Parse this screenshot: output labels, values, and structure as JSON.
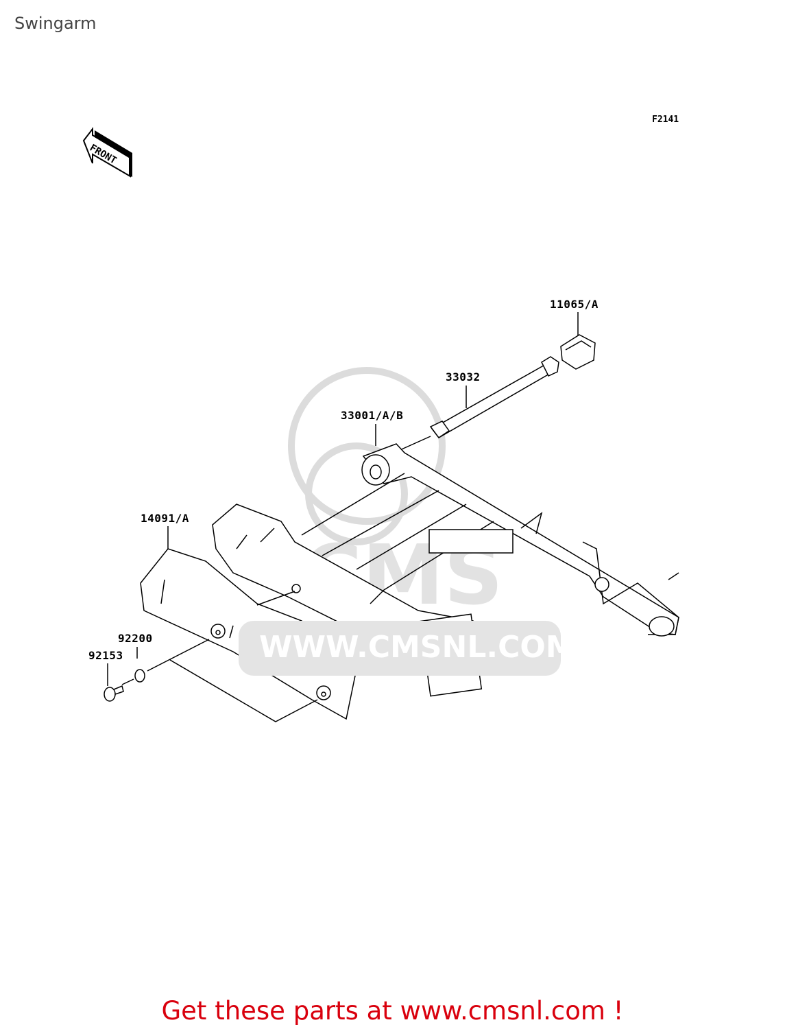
{
  "page": {
    "title": "Swingarm"
  },
  "diagram": {
    "code": "F2141",
    "front_arrow": "FRONT",
    "watermark": {
      "logo": "CMS",
      "url": "WWW.CMSNL.COM"
    },
    "parts": [
      {
        "number": "11065/A"
      },
      {
        "number": "33032"
      },
      {
        "number": "33001/A/B"
      },
      {
        "number": "14091/A"
      },
      {
        "number": "92200"
      },
      {
        "number": "92153"
      }
    ]
  },
  "footer": {
    "text": "Get these parts at www.cmsnl.com !",
    "color": "#d9000d"
  }
}
